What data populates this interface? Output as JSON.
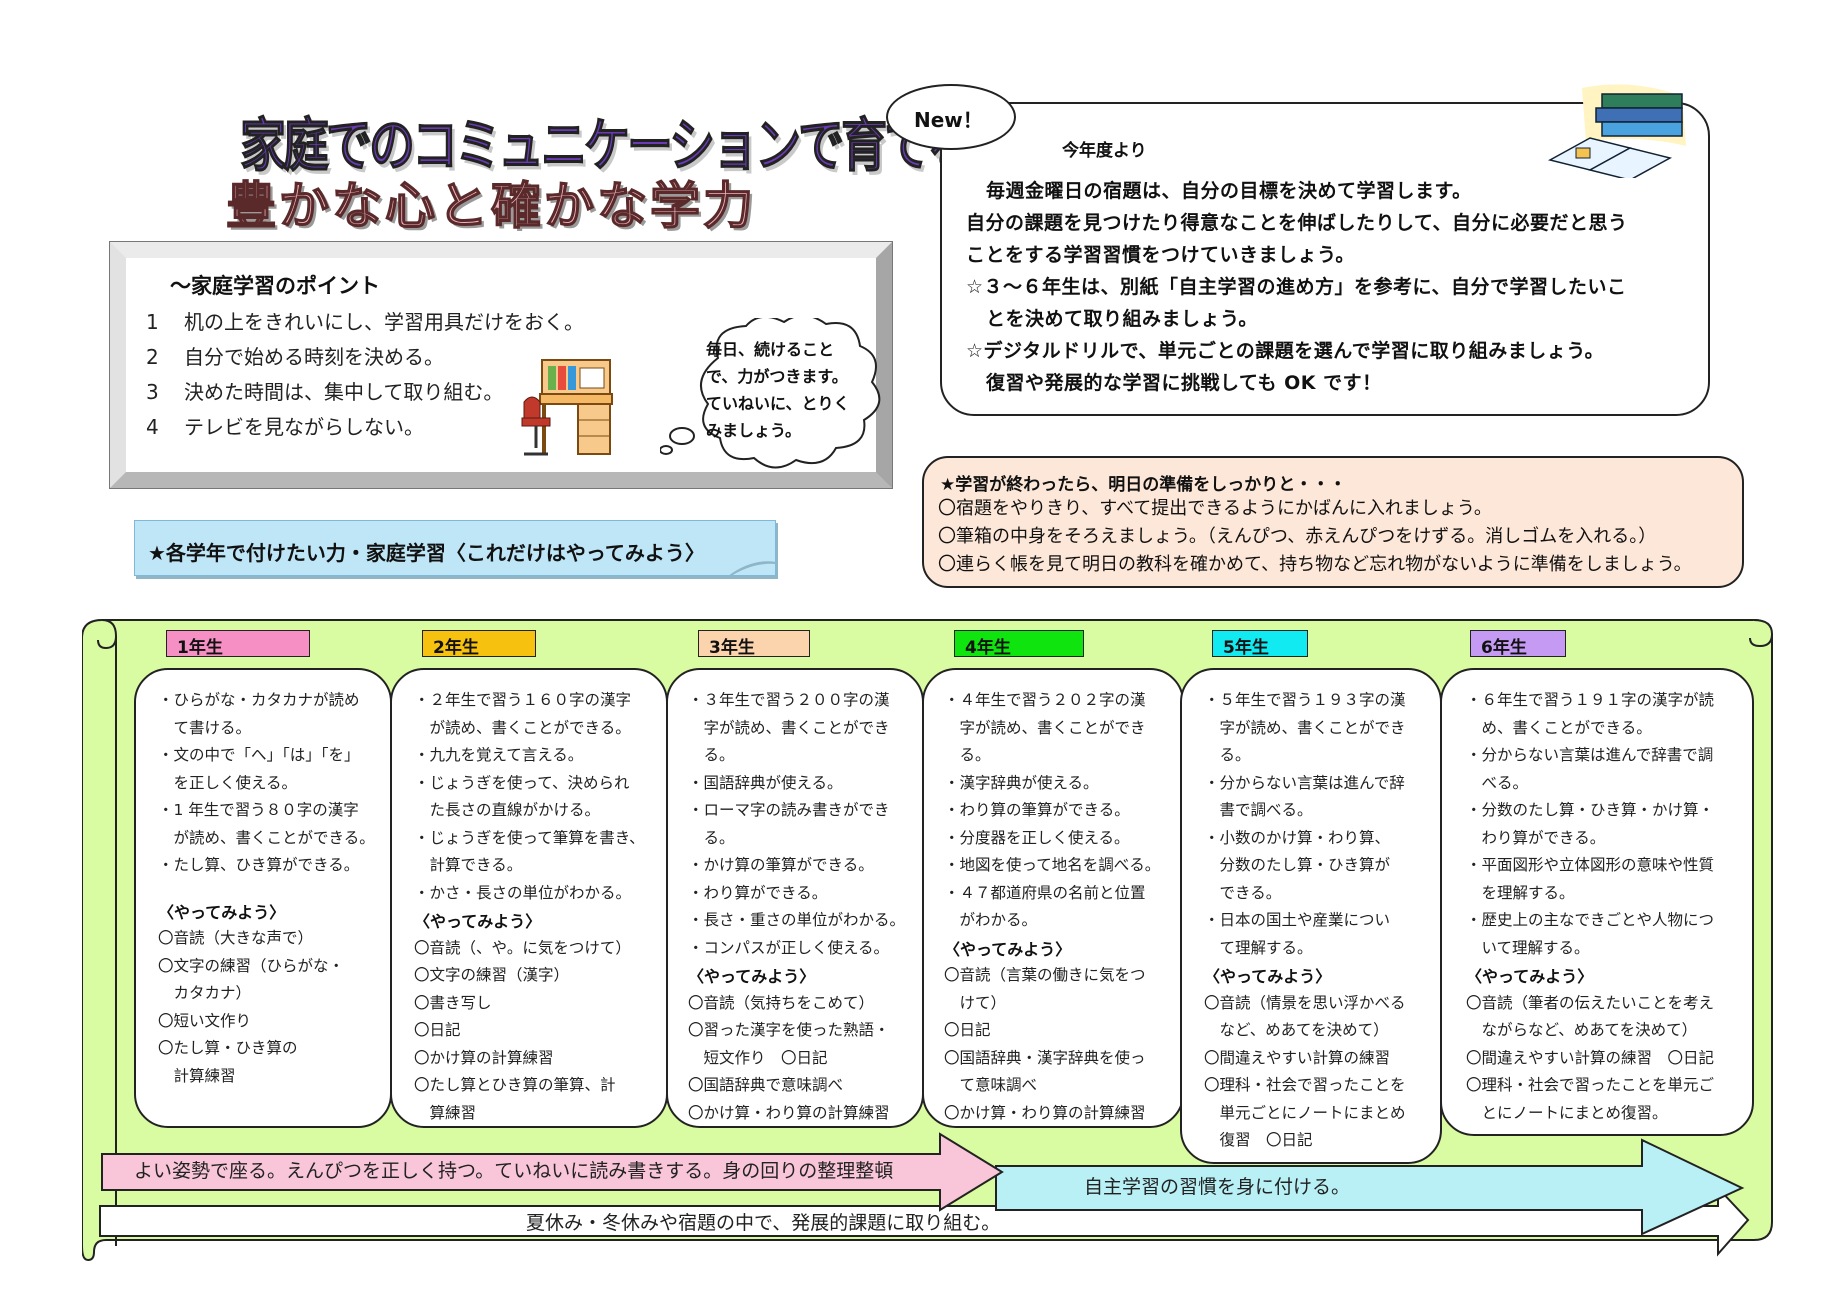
{
  "title": {
    "line1": "家庭でのコミュニケーションで育てる",
    "line2": "豊かな心と確かな学力"
  },
  "points": {
    "title": "～家庭学習のポイント",
    "items": [
      {
        "num": "1",
        "text": "机の上をきれいにし、学習用具だけをおく。"
      },
      {
        "num": "2",
        "text": "自分で始める時刻を決める。"
      },
      {
        "num": "3",
        "text": "決めた時間は、集中して取り組む。"
      },
      {
        "num": "4",
        "text": "テレビを見ながらしない。"
      }
    ]
  },
  "bubble": {
    "lines": [
      "毎日、続けること",
      "で、力がつきます。",
      "ていねいに、とりく",
      "みましょう。"
    ]
  },
  "banner": {
    "text": "★各学年で付けたい力・家庭学習〈これだけはやってみよう〉"
  },
  "new_box": {
    "label": "New！",
    "subtitle": "今年度より",
    "lines": [
      "毎週金曜日の宿題は、自分の目標を決めて学習します。",
      "自分の課題を見つけたり得意なことを伸ばしたりして、自分に必要だと思う",
      "ことをする学習習慣をつけていきましょう。",
      "☆３～６年生は、別紙「自主学習の進め方」を参考に、自分で学習したいこ",
      "とを決めて取り組みましょう。",
      "☆デジタルドリルで、単元ごとの課題を選んで学習に取り組みましょう。",
      "復習や発展的な学習に挑戦しても OK です！"
    ]
  },
  "prep": {
    "title": "★学習が終わったら、明日の準備をしっかりと・・・",
    "lines": [
      "〇宿題をやりきり、すべて提出できるようにかばんに入れましょう。",
      "〇筆箱の中身をそろえましょう。（えんぴつ、赤えんぴつをけずる。消しゴムを入れる。）",
      "〇連らく帳を見て明日の教科を確かめて、持ち物など忘れ物がないように準備をしましょう。"
    ]
  },
  "grades": [
    {
      "label": "1年生",
      "color": "#f58fc4",
      "lines": [
        "・ひらがな・カタカナが読め",
        "　て書ける。",
        "・文の中で「へ」「は」「を」",
        "　を正しく使える。",
        "・1 年生で習う８０字の漢字",
        "　が読め、書くことができる。",
        "・たし算、ひき算ができる。",
        "",
        "〈やってみよう〉",
        "〇音読（大きな声で）",
        "〇文字の練習（ひらがな・",
        "　カタカナ）",
        "〇短い文作り",
        "〇たし算・ひき算の",
        "　計算練習"
      ]
    },
    {
      "label": "2年生",
      "color": "#f7c20f",
      "lines": [
        "・２年生で習う１６０字の漢字",
        "　が読め、書くことができる。",
        "・九九を覚えて言える。",
        "・じょうぎを使って、決められ",
        "　た長さの直線がかける。",
        "・じょうぎを使って筆算を書き、",
        "　計算できる。",
        "・かさ・長さの単位がわかる。",
        "〈やってみよう〉",
        "〇音読（、や。に気をつけて）",
        "〇文字の練習（漢字）",
        "〇書き写し",
        "〇日記",
        "〇かけ算の計算練習",
        "〇たし算とひき算の筆算、計",
        "　算練習"
      ]
    },
    {
      "label": "3年生",
      "color": "#fbd3ad",
      "lines": [
        "・３年生で習う２００字の漢",
        "　字が読め、書くことができ",
        "　る。",
        "・国語辞典が使える。",
        "・ローマ字の読み書きができ",
        "　る。",
        "・かけ算の筆算ができる。",
        "・わり算ができる。",
        "・長さ・重さの単位がわかる。",
        "・コンパスが正しく使える。",
        "〈やってみよう〉",
        "〇音読（気持ちをこめて）",
        "〇習った漢字を使った熟語・",
        "　短文作り　〇日記",
        "〇国語辞典で意味調べ",
        "〇かけ算・わり算の計算練習"
      ]
    },
    {
      "label": "4年生",
      "color": "#0fe40f",
      "lines": [
        "・４年生で習う２０２字の漢",
        "　字が読め、書くことができ",
        "　る。",
        "・漢字辞典が使える。",
        "・わり算の筆算ができる。",
        "・分度器を正しく使える。",
        "・地図を使って地名を調べる。",
        "・４７都道府県の名前と位置",
        "　がわかる。",
        "〈やってみよう〉",
        "〇音読（言葉の働きに気をつ",
        "　けて）",
        "〇日記",
        "〇国語辞典・漢字辞典を使っ",
        "　て意味調べ",
        "〇かけ算・わり算の計算練習"
      ]
    },
    {
      "label": "5年生",
      "color": "#12eaf2",
      "lines": [
        "・５年生で習う１９３字の漢",
        "　字が読め、書くことができ",
        "　る。",
        "・分からない言葉は進んで辞",
        "　書で調べる。",
        "・小数のかけ算・わり算、",
        "　分数のたし算・ひき算が",
        "　できる。",
        "・日本の国土や産業につい",
        "　て理解する。",
        "〈やってみよう〉",
        "〇音読（情景を思い浮かべる",
        "　など、めあてを決めて）",
        "〇間違えやすい計算の練習",
        "〇理科・社会で習ったことを",
        "　単元ごとにノートにまとめ",
        "　復習　〇日記"
      ]
    },
    {
      "label": "6年生",
      "color": "#c49af2",
      "lines": [
        "・６年生で習う１９１字の漢字が読",
        "　め、書くことができる。",
        "・分からない言葉は進んで辞書で調",
        "　べる。",
        "・分数のたし算・ひき算・かけ算・",
        "　わり算ができる。",
        "・平面図形や立体図形の意味や性質",
        "　を理解する。",
        "・歴史上の主なできごとや人物につ",
        "　いて理解する。",
        "〈やってみよう〉",
        "〇音読（筆者の伝えたいことを考え",
        "　ながらなど、めあてを決めて）",
        "〇間違えやすい計算の練習　〇日記",
        "〇理科・社会で習ったことを単元ご",
        "　とにノートにまとめ復習。"
      ]
    }
  ],
  "arrows": {
    "a1": "よい姿勢で座る。えんぴつを正しく持つ。ていねいに読み書きする。身の回りの整理整頓",
    "a2": "自主学習の習慣を身に付ける。",
    "a3": "夏休み・冬休みや宿題の中で、発展的課題に取り組む。"
  },
  "colors": {
    "scroll": "#d9fba2",
    "arrow1": "#f9c5d8",
    "arrow2": "#b8f0f6",
    "banner": "#bfe6f7",
    "prep": "#fde7d8"
  }
}
